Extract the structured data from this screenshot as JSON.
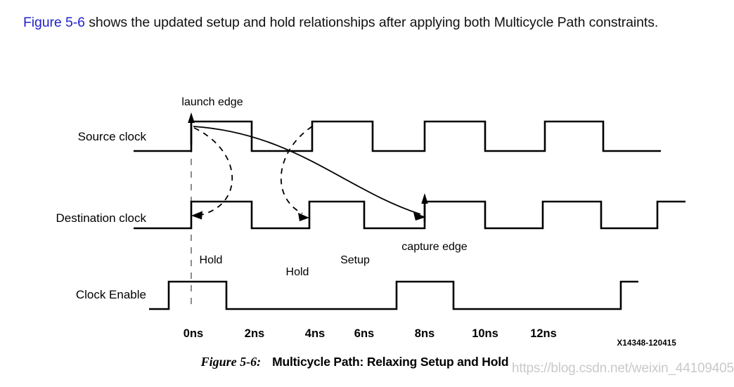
{
  "intro": {
    "figure_link": "Figure 5-6",
    "text_rest": " shows the updated setup and hold relationships after applying both Multicycle Path constraints.",
    "link_color": "#2222cc"
  },
  "figure": {
    "id_code": "X14348-120415",
    "caption_number": "Figure 5-6:",
    "caption_title": "Multicycle Path: Relaxing Setup and Hold",
    "signal_labels": {
      "source_clock": "Source clock",
      "destination_clock": "Destination clock",
      "clock_enable": "Clock Enable"
    },
    "annotations": {
      "launch_edge": "launch edge",
      "capture_edge": "capture edge",
      "hold_1": "Hold",
      "hold_2": "Hold",
      "setup": "Setup"
    },
    "time_axis": {
      "ticks": [
        "0ns",
        "2ns",
        "4ns",
        "6ns",
        "8ns",
        "10ns",
        "12ns"
      ],
      "tick_x": [
        275,
        362,
        448,
        518,
        604,
        690,
        773
      ]
    }
  },
  "watermark": {
    "text": "https://blog.csdn.net/weixin_44109405",
    "color": "#c9c9c9"
  },
  "chart_data": {
    "type": "line",
    "title": "Multicycle Path: Relaxing Setup and Hold",
    "xlabel": "",
    "ylabel": "",
    "xlim": [
      -2.0,
      15.5
    ],
    "x_unit": "ns",
    "grid": false,
    "legend": "none",
    "series": [
      {
        "name": "Source clock",
        "type": "digital-waveform",
        "period_ns": 2,
        "duty": 0.5,
        "transitions_ns": [
          {
            "t": 0.0,
            "level": 1
          },
          {
            "t": 2.0,
            "level": 0
          },
          {
            "t": 4.0,
            "level": 1
          },
          {
            "t": 6.0,
            "level": 0
          },
          {
            "t": 8.0,
            "level": 1
          },
          {
            "t": 10.0,
            "level": 0
          },
          {
            "t": 12.0,
            "level": 1
          },
          {
            "t": 14.0,
            "level": 0
          }
        ],
        "start_level": 0
      },
      {
        "name": "Destination clock",
        "type": "digital-waveform",
        "period_ns": 2,
        "duty": 0.5,
        "transitions_ns": [
          {
            "t": 0.0,
            "level": 1
          },
          {
            "t": 2.0,
            "level": 0
          },
          {
            "t": 4.0,
            "level": 1
          },
          {
            "t": 6.0,
            "level": 0
          },
          {
            "t": 8.0,
            "level": 1
          },
          {
            "t": 10.0,
            "level": 0
          },
          {
            "t": 12.0,
            "level": 1
          },
          {
            "t": 14.0,
            "level": 0
          },
          {
            "t": 16.0,
            "level": 1
          }
        ],
        "start_level": 0
      },
      {
        "name": "Clock Enable",
        "type": "digital-waveform",
        "transitions_ns": [
          {
            "t": -0.75,
            "level": 1
          },
          {
            "t": 1.15,
            "level": 0
          },
          {
            "t": 6.8,
            "level": 1
          },
          {
            "t": 8.7,
            "level": 0
          },
          {
            "t": 14.3,
            "level": 1
          }
        ],
        "start_level": 0
      }
    ],
    "annotations": [
      {
        "label": "launch edge",
        "at_ns": 0,
        "signal": "Source clock"
      },
      {
        "label": "capture edge",
        "at_ns": 8,
        "signal": "Destination clock"
      },
      {
        "label": "Hold",
        "from_ns": 0,
        "to_ns": 0,
        "kind": "hold-arc-1"
      },
      {
        "label": "Hold",
        "from_ns": 4,
        "to_ns": 4,
        "kind": "hold-arc-2"
      },
      {
        "label": "Setup",
        "from_ns": 0,
        "to_ns": 8,
        "kind": "setup-arc"
      }
    ]
  }
}
